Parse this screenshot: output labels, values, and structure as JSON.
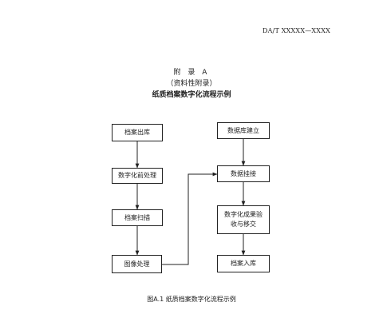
{
  "header": {
    "standard_code": "DA/T XXXXX—XXXX"
  },
  "appendix": {
    "title": "附 录 A",
    "type": "（资料性附录）",
    "subtitle": "纸质档案数字化流程示例"
  },
  "diagram": {
    "left_column": [
      {
        "id": "checkout",
        "label": "档案出库"
      },
      {
        "id": "pre-process",
        "label": "数字化前处理"
      },
      {
        "id": "scan",
        "label": "档案扫描"
      },
      {
        "id": "image-process",
        "label": "图像处理"
      }
    ],
    "right_column": [
      {
        "id": "db-build",
        "label": "数据库建立"
      },
      {
        "id": "data-link",
        "label": "数据挂接"
      },
      {
        "id": "acceptance",
        "label": "数字化成果验收与移交"
      },
      {
        "id": "storage",
        "label": "档案入库"
      }
    ]
  },
  "figure": {
    "caption": "图A.1  纸质档案数字化流程示例"
  }
}
